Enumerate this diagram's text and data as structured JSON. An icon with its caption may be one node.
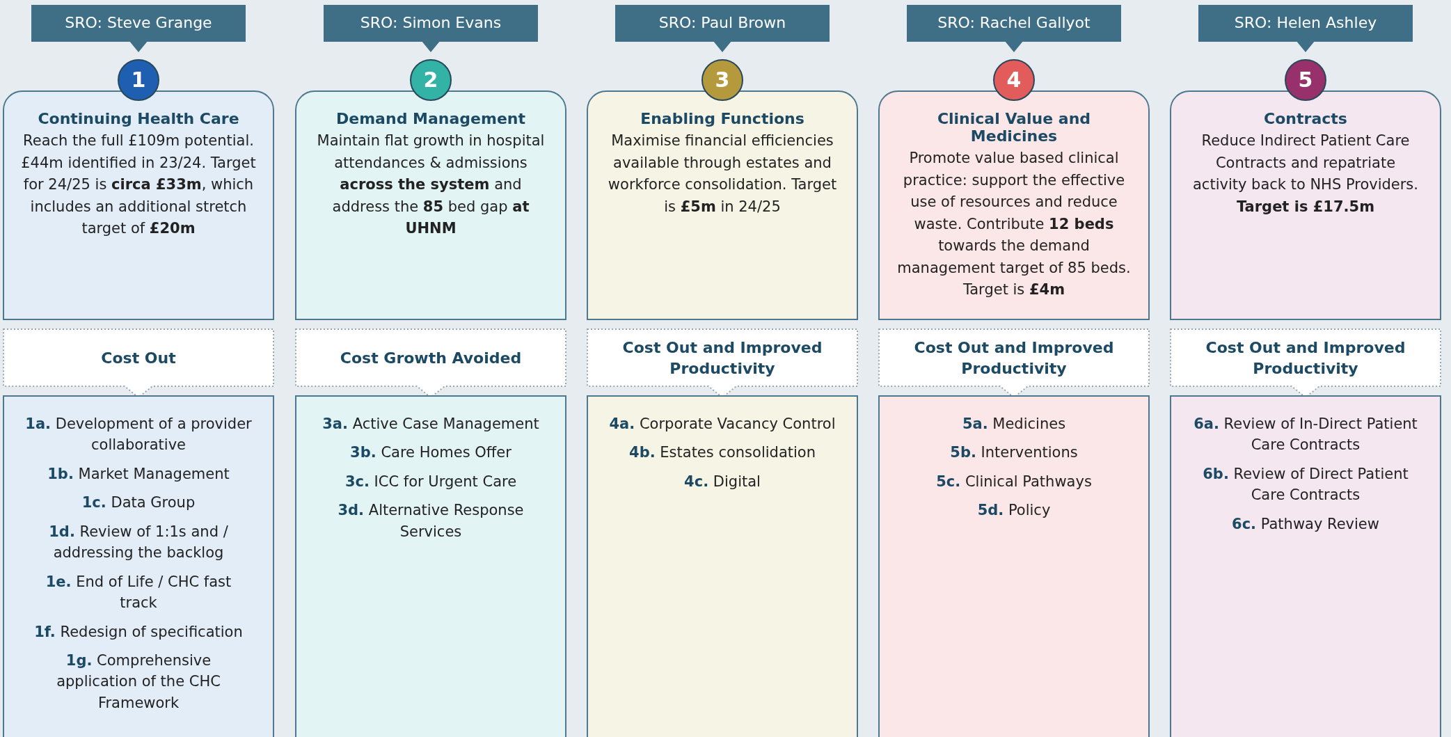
{
  "diagram": {
    "nodes": [
      {
        "text": [
          "SRO: Steve Grange"
        ]
      },
      {
        "text": [
          "1"
        ]
      },
      {
        "text": [
          "Continuing Health Care",
          "Reach the full £109m potential. £44m identified in 23/24. Target for 24/25 is **circa £33m**, which includes an additional stretch target of **£20m**"
        ]
      },
      {
        "text": [
          "Cost Out"
        ]
      },
      {
        "text": [
          "**1a.** Development of a provider collaborative",
          "**1b.** Market Management",
          "**1c.** Data Group",
          "**1d.** Review of 1:1s and / addressing the backlog",
          "**1e.** End of Life / CHC fast track",
          "**1f.** Redesign of specification",
          "**1g.** Comprehensive application of the CHC Framework"
        ]
      },
      {
        "text": [
          "SRO: Simon Evans"
        ]
      },
      {
        "text": [
          "2"
        ]
      },
      {
        "text": [
          "Demand Management",
          "Maintain flat growth in hospital attendances & admissions **across the system** and address the **85** bed gap **at UHNM**"
        ]
      },
      {
        "text": [
          "Cost Growth Avoided"
        ]
      },
      {
        "text": [
          "**3a.** Active Case Management",
          "**3b.** Care Homes Offer",
          "**3c.** ICC for Urgent Care",
          "**3d.** Alternative Response Services"
        ]
      },
      {
        "text": [
          "SRO: Paul Brown"
        ]
      },
      {
        "text": [
          "3"
        ]
      },
      {
        "text": [
          "Enabling Functions",
          "Maximise financial efficiencies available through estates and workforce consolidation. Target is **£5m** in 24/25"
        ]
      },
      {
        "text": [
          "Cost Out and Improved Productivity"
        ]
      },
      {
        "text": [
          "**4a.** Corporate Vacancy Control",
          "**4b.** Estates consolidation",
          "**4c.** Digital"
        ]
      },
      {
        "text": [
          "SRO: Rachel Gallyot"
        ]
      },
      {
        "text": [
          "4"
        ]
      },
      {
        "text": [
          "Clinical Value and Medicines",
          "Promote value based clinical practice: support the effective use of resources and reduce waste. Contribute **12 beds** towards the demand management target of 85 beds. Target is **£4m**"
        ]
      },
      {
        "text": [
          "Cost Out and Improved Productivity"
        ]
      },
      {
        "text": [
          "**5a.** Medicines",
          "**5b.** Interventions",
          "**5c.** Clinical Pathways",
          "**5d.** Policy"
        ]
      },
      {
        "text": [
          "SRO: Helen Ashley"
        ]
      },
      {
        "text": [
          "5"
        ]
      },
      {
        "text": [
          "Contracts",
          "Reduce Indirect Patient Care Contracts and repatriate activity back to NHS Providers. **Target is £17.5m**"
        ]
      },
      {
        "text": [
          "Cost Out and Improved Productivity"
        ]
      },
      {
        "text": [
          "**6a.** Review of In-Direct Patient Care Contracts",
          "**6b.** Review of Direct Patient Care Contracts",
          "**6c.** Pathway Review"
        ]
      }
    ]
  }
}
